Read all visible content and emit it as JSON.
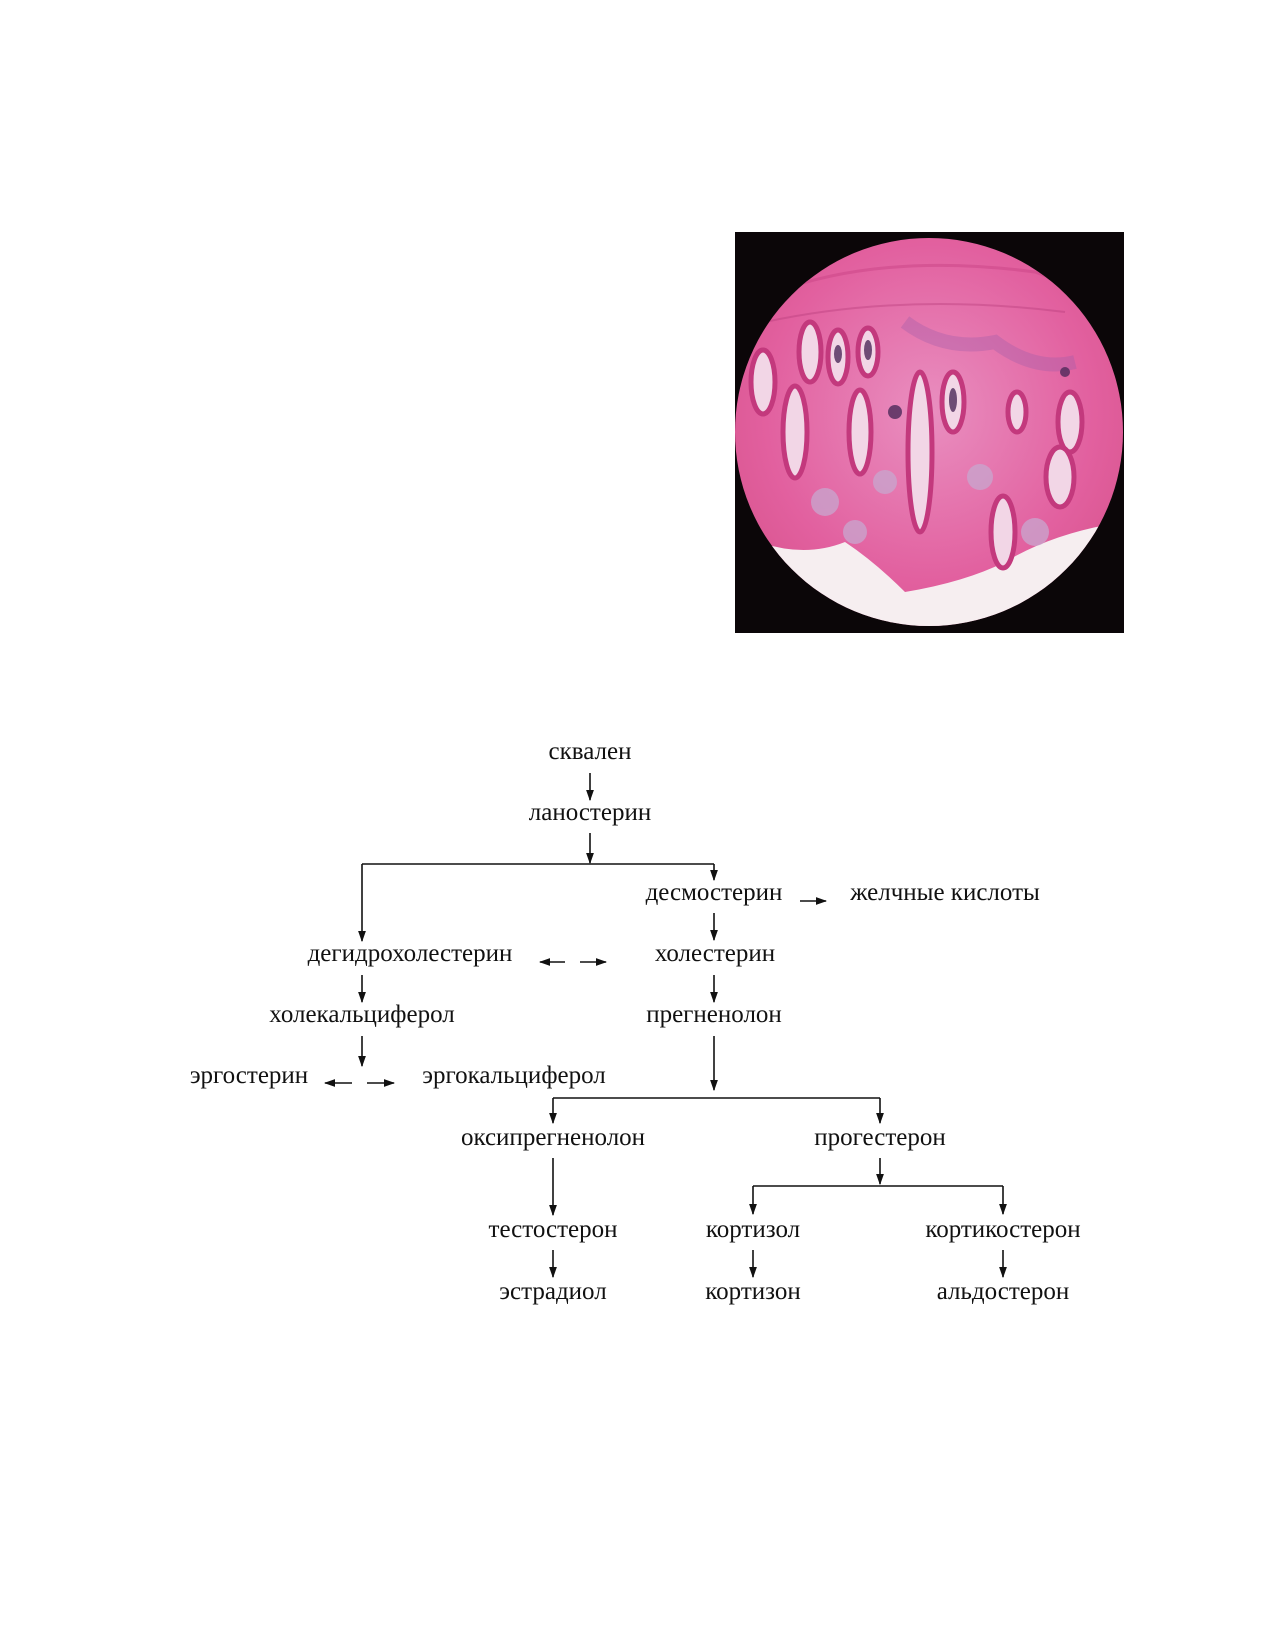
{
  "micrograph": {
    "description_icon": "microscope-skin-section-image"
  },
  "diagram": {
    "nodes": {
      "squalene": "сквален",
      "lanosterol": "ланостерин",
      "desmosterol": "десмостерин",
      "bile_acids": "желчные кислоты",
      "dehydrocholesterol": "дегидрохолестерин",
      "cholesterol": "холестерин",
      "cholecalciferol": "холекальциферол",
      "pregnenolone": "прегненолон",
      "ergosterol": "эргостерин",
      "ergocalciferol": "эргокальциферол",
      "oxypregnenolone": "оксипрегненолон",
      "progesterone": "прогестерон",
      "testosterone": "тестостерон",
      "cortisol": "кортизол",
      "corticosterone": "кортикостерон",
      "estradiol": "эстрадиол",
      "cortisone": "кортизон",
      "aldosterone": "альдостерон"
    }
  }
}
